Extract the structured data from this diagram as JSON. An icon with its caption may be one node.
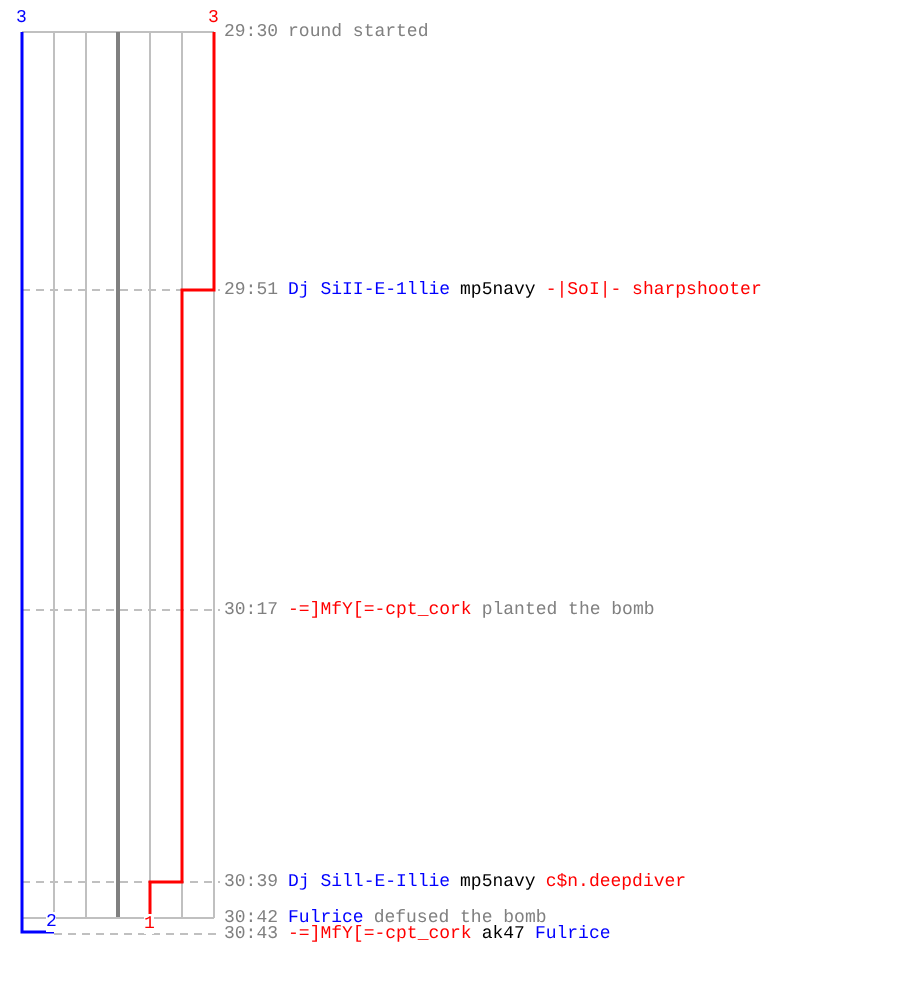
{
  "diagram": {
    "labels": [
      "3",
      "3",
      "29:30",
      "round started",
      "29:51",
      "Dj SiII-E-1llie",
      "mp5navy",
      "-|SoI|- sharpshooter",
      "30:17",
      "-=]MfY[=-cpt_cork",
      "planted the bomb",
      "30:39",
      "Dj Sill-E-Illie",
      "mp5navy",
      "c$n.deepdiver",
      "2",
      "1",
      "30:42",
      "Fulrice",
      "defused the bomb",
      "30:43",
      "-=]MfY[=-cpt_cork",
      "ak47",
      "Fulrice"
    ]
  }
}
